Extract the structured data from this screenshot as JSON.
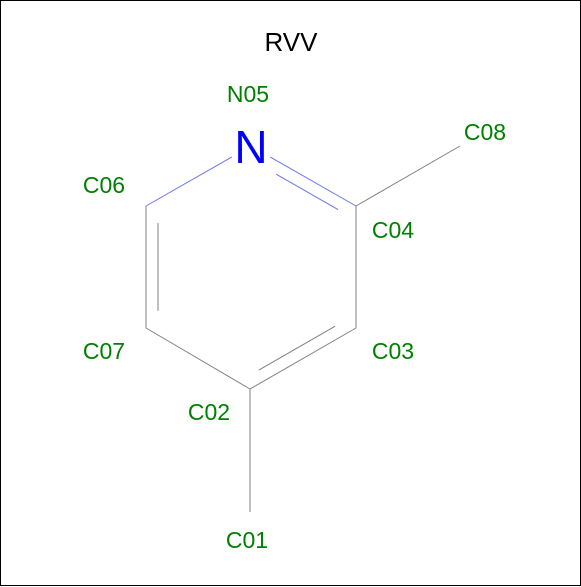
{
  "molecule": {
    "title": "RVV",
    "colors": {
      "bond": "#808080",
      "nitrogen_bond": "#6b74e6",
      "nitrogen": "#0000ff",
      "label": "#008000",
      "title": "#000000"
    },
    "atoms": [
      {
        "id": "C01",
        "element": "C"
      },
      {
        "id": "C02",
        "element": "C"
      },
      {
        "id": "C03",
        "element": "C"
      },
      {
        "id": "C04",
        "element": "C"
      },
      {
        "id": "N05",
        "element": "N",
        "symbol": "N"
      },
      {
        "id": "C06",
        "element": "C"
      },
      {
        "id": "C07",
        "element": "C"
      },
      {
        "id": "C08",
        "element": "C"
      }
    ],
    "bonds": [
      {
        "from": "C01",
        "to": "C02",
        "order": 1
      },
      {
        "from": "C02",
        "to": "C03",
        "order": 2
      },
      {
        "from": "C03",
        "to": "C04",
        "order": 1
      },
      {
        "from": "C04",
        "to": "N05",
        "order": 2
      },
      {
        "from": "N05",
        "to": "C06",
        "order": 1
      },
      {
        "from": "C06",
        "to": "C07",
        "order": 2
      },
      {
        "from": "C07",
        "to": "C02",
        "order": 1
      },
      {
        "from": "C04",
        "to": "C08",
        "order": 1
      }
    ]
  }
}
